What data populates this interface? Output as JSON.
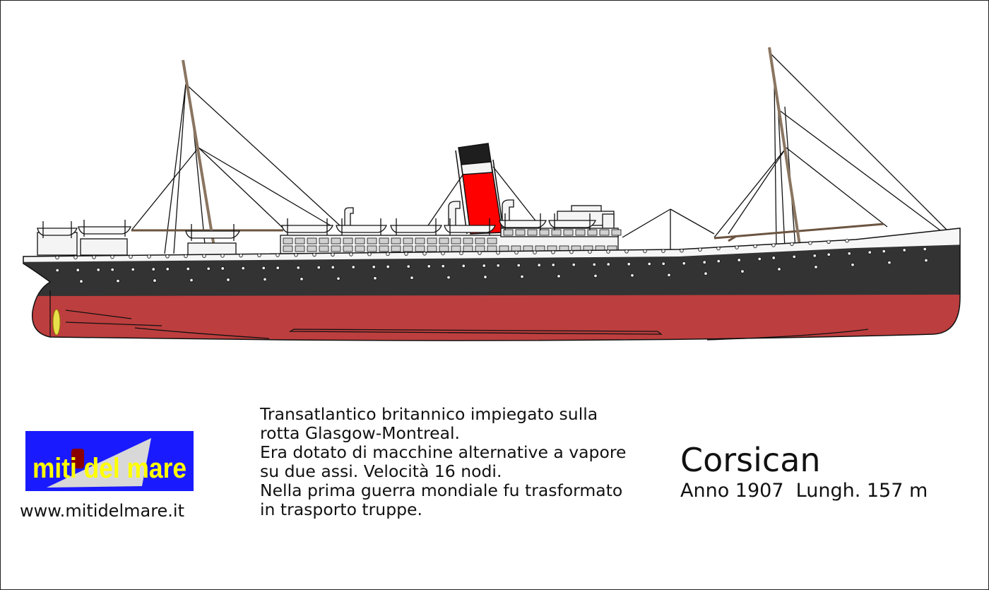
{
  "ship": {
    "name": "Corsican",
    "specs": "Anno 1907  Lungh. 157 m",
    "description_lines": [
      "Transatlantico britannico impiegato sulla",
      "rotta Glasgow-Montreal.",
      "Era dotato di macchine alternative a vapore",
      "su due assi. Velocità 16 nodi.",
      "Nella prima guerra mondiale fu trasformato",
      "in trasporto truppe."
    ]
  },
  "brand": {
    "logo_text": "miti del mare",
    "website": "www.mitidelmare.it"
  },
  "colors": {
    "hull_black": "#333333",
    "hull_red": "#bd3e3e",
    "funnel_red": "#ff0000",
    "funnel_top": "#1e1e1e",
    "logo_blue": "#1a1aff",
    "logo_yellow": "#ffff00",
    "mast_brown": "#8a7560"
  }
}
